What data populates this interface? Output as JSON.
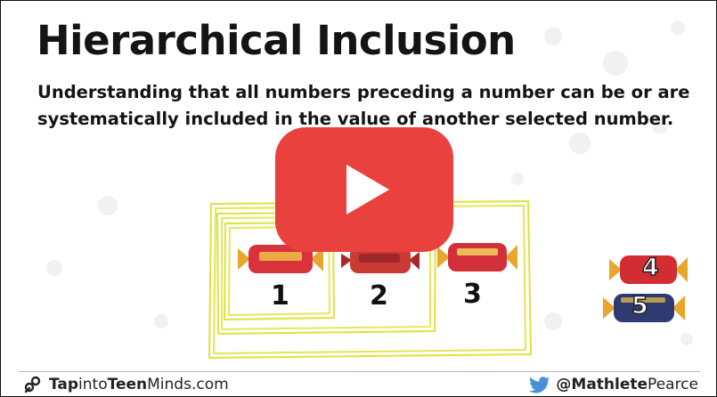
{
  "slide": {
    "title": "Hierarchical Inclusion",
    "subtitle": "Understanding that all numbers preceding a number can be or are systematically included in the value of another selected number."
  },
  "candies": [
    {
      "label": "1",
      "color": "#d8323a"
    },
    {
      "label": "2",
      "color": "#c93a32"
    },
    {
      "label": "3",
      "color": "#d2303a"
    },
    {
      "label": "4",
      "color": "#d12d33"
    },
    {
      "label": "5",
      "color": "#2f3a73"
    }
  ],
  "colors": {
    "box_outline": "#e0e43a",
    "play_button": "#e8413e",
    "twitter_blue": "#4a90d8"
  },
  "footer": {
    "brand_parts": [
      "Tap",
      "into",
      "Teen",
      "Minds.com"
    ],
    "twitter_parts": [
      "@",
      "Mathlete",
      "Pearce"
    ],
    "brand_icon": "link-icon",
    "twitter_icon": "twitter-bird-icon"
  },
  "video": {
    "play_icon": "play-icon"
  }
}
